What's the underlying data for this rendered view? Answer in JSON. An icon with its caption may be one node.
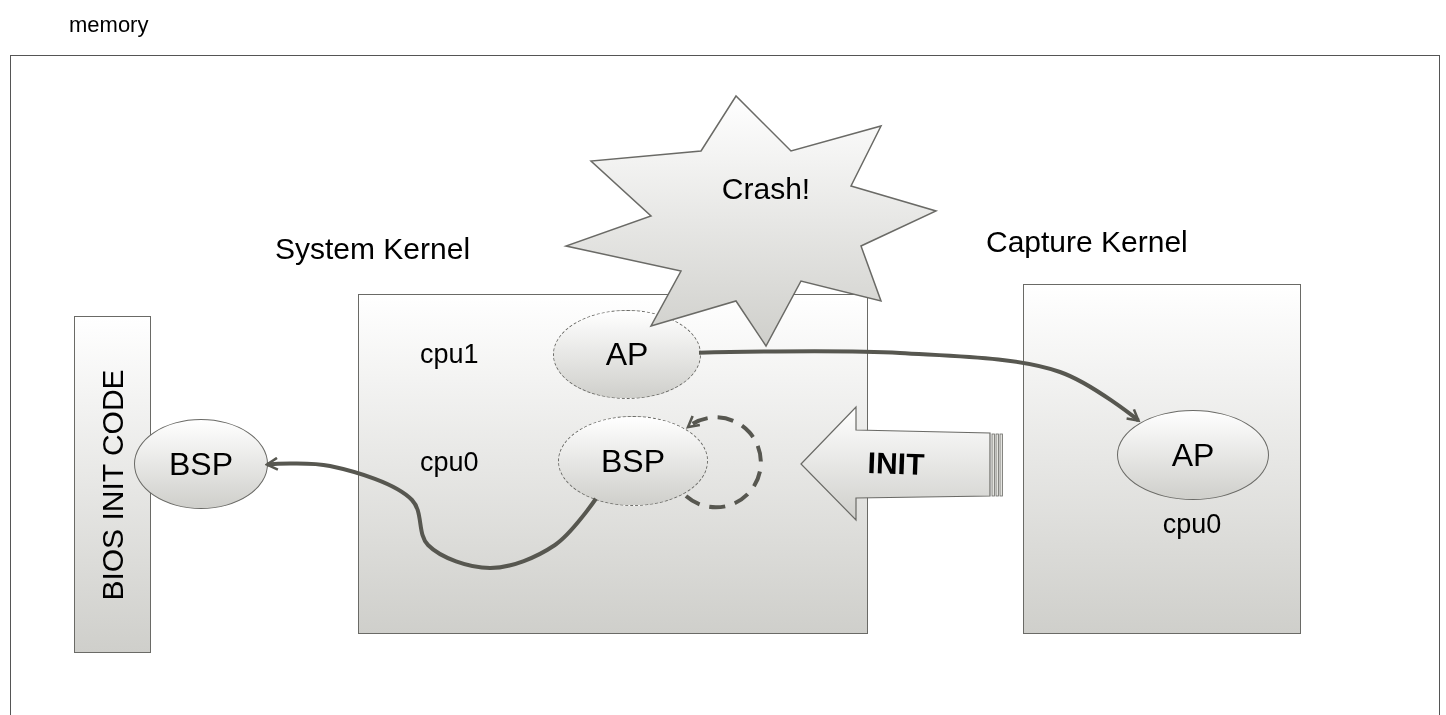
{
  "diagram": {
    "nodes": [
      {
        "text": [
          "memory"
        ]
      },
      {
        "text": [
          "BIOS INIT CODE"
        ],
        "in": 0
      },
      {
        "text": [
          "BSP"
        ],
        "in": 0
      },
      {
        "text": [
          "System Kernel"
        ],
        "in": 0
      },
      {
        "text": [
          "AP"
        ],
        "in": 3,
        "beside": [
          "cpu1"
        ]
      },
      {
        "text": [
          "BSP"
        ],
        "in": 3,
        "beside": [
          "cpu0"
        ]
      },
      {
        "text": [
          "Crash!"
        ],
        "in": 0
      },
      {
        "text": [
          "INIT"
        ],
        "in": 0
      },
      {
        "text": [
          "Capture Kernel"
        ],
        "in": 0
      },
      {
        "text": [
          "AP"
        ],
        "in": 8,
        "beside": [
          "cpu0"
        ]
      }
    ],
    "edges": [
      {
        "from": 4,
        "to": 9,
        "arrow": "to"
      },
      {
        "from": 5,
        "to": 2,
        "arrow": "to"
      },
      {
        "from": 5,
        "to": 5,
        "arrow": "to",
        "style": "dashed"
      }
    ]
  }
}
